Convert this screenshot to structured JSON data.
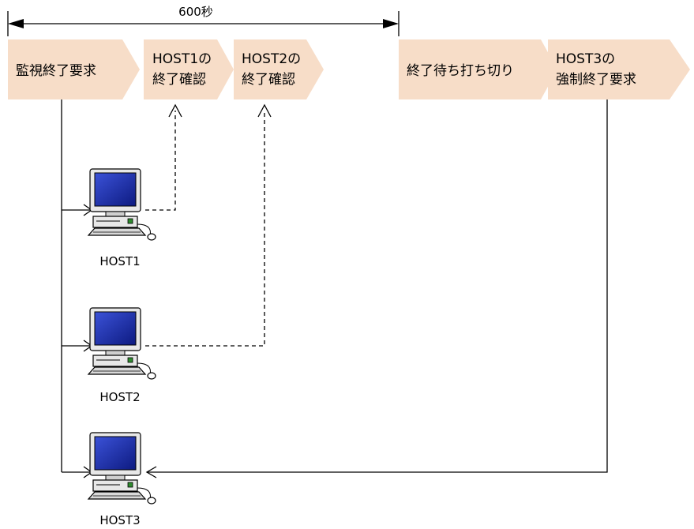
{
  "duration": {
    "label": "600秒"
  },
  "steps": [
    {
      "id": "monitor-end-request",
      "lines": [
        "監視終了要求"
      ]
    },
    {
      "id": "host1-end-confirm",
      "lines": [
        "HOST1の",
        "終了確認"
      ]
    },
    {
      "id": "host2-end-confirm",
      "lines": [
        "HOST2の",
        "終了確認"
      ]
    },
    {
      "id": "end-wait-timeout",
      "lines": [
        "終了待ち打ち切り"
      ]
    },
    {
      "id": "host3-forced-end-request",
      "lines": [
        "HOST3の",
        "強制終了要求"
      ]
    }
  ],
  "hosts": [
    {
      "id": "host1",
      "label": "HOST1"
    },
    {
      "id": "host2",
      "label": "HOST2"
    },
    {
      "id": "host3",
      "label": "HOST3"
    }
  ],
  "colors": {
    "step_fill": "#f7ddc8",
    "screen": "#1f2fa8",
    "monitor_body": "#e6e6e6"
  }
}
